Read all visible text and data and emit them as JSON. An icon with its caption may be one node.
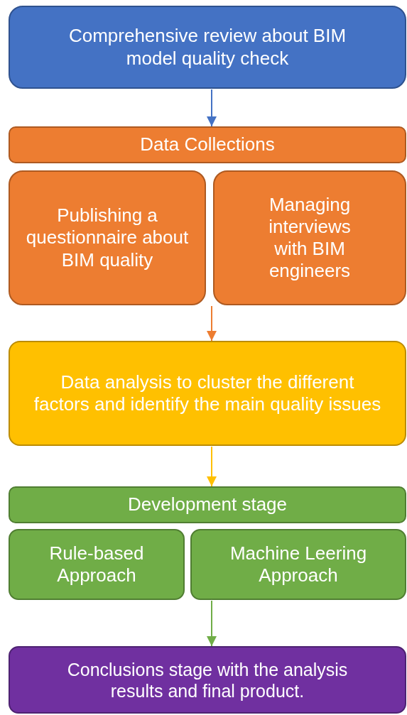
{
  "diagram": {
    "nodes": [
      {
        "text": [
          "Comprehensive review about BIM model quality check"
        ]
      },
      {
        "text": [
          "Data Collections"
        ]
      },
      {
        "text": [
          "Publishing a questionnaire about BIM quality"
        ]
      },
      {
        "text": [
          "Managing interviews with BIM engineers"
        ]
      },
      {
        "text": [
          "Data analysis to cluster the different factors and identify the main quality issues"
        ]
      },
      {
        "text": [
          "Development stage"
        ]
      },
      {
        "text": [
          "Rule-based Approach"
        ]
      },
      {
        "text": [
          "Machine Leering Approach"
        ]
      },
      {
        "text": [
          "Conclusions stage with the analysis results and final product."
        ]
      }
    ],
    "edges": [
      {
        "from": 0,
        "to": 1,
        "arrow": "to",
        "color": "#4472c4"
      },
      {
        "from": 2,
        "to": 4,
        "arrow": "to",
        "color": "#ed7d31"
      },
      {
        "from": 3,
        "to": 4,
        "arrow": "to",
        "color": "#ed7d31"
      },
      {
        "from": 4,
        "to": 5,
        "arrow": "to",
        "color": "#ffc000"
      },
      {
        "from": 7,
        "to": 8,
        "arrow": "to",
        "color": "#70ad47"
      }
    ]
  }
}
